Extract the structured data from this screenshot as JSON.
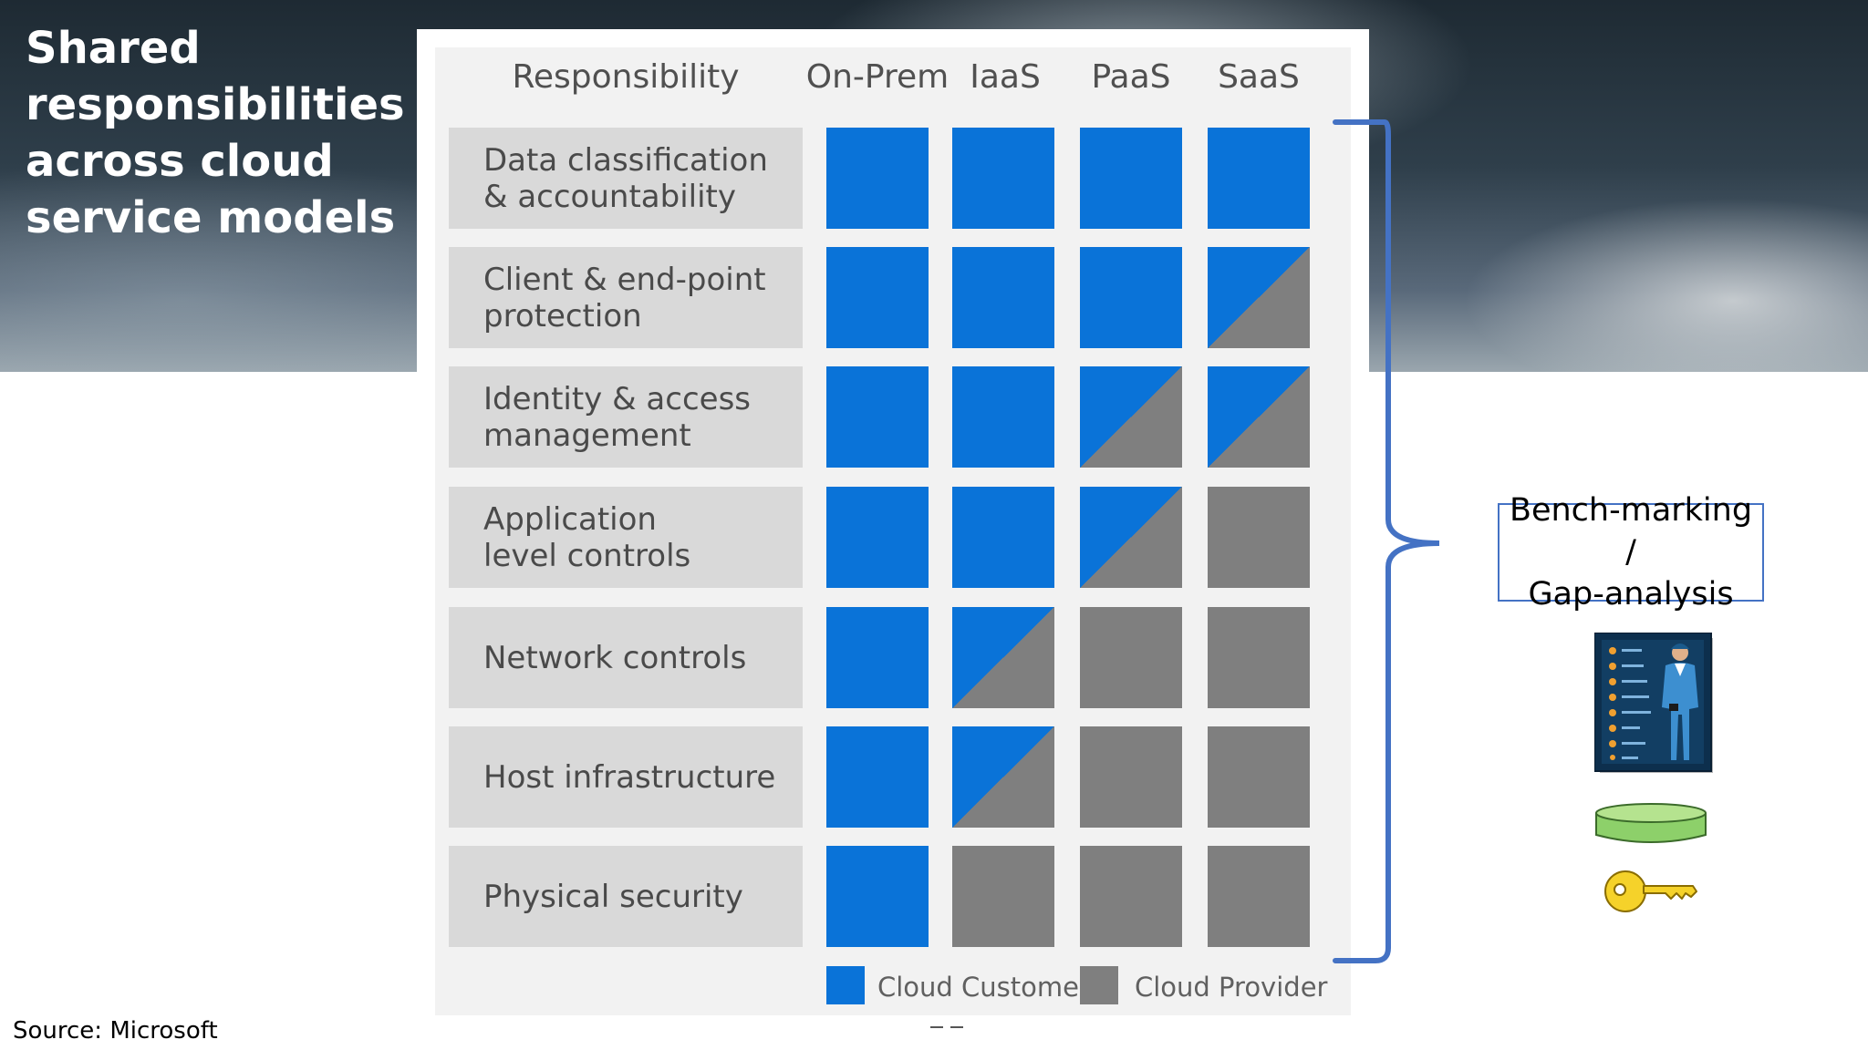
{
  "slide": {
    "title": "Shared\nresponsibilities\nacross cloud\nservice models",
    "source": "Source: Microsoft",
    "callout": "Bench-marking /\nGap-analysis"
  },
  "matrix": {
    "header": "Responsibility",
    "columns": [
      "On-Prem",
      "IaaS",
      "PaaS",
      "SaaS"
    ],
    "rows": [
      {
        "label": "Data classification\n& accountability",
        "cells": [
          "customer",
          "customer",
          "customer",
          "customer"
        ]
      },
      {
        "label": "Client & end-point\nprotection",
        "cells": [
          "customer",
          "customer",
          "customer",
          "shared"
        ]
      },
      {
        "label": "Identity & access\nmanagement",
        "cells": [
          "customer",
          "customer",
          "shared",
          "shared"
        ]
      },
      {
        "label": "Application\nlevel controls",
        "cells": [
          "customer",
          "customer",
          "shared",
          "provider"
        ]
      },
      {
        "label": "Network controls",
        "cells": [
          "customer",
          "shared",
          "provider",
          "provider"
        ]
      },
      {
        "label": "Host infrastructure",
        "cells": [
          "customer",
          "shared",
          "provider",
          "provider"
        ]
      },
      {
        "label": "Physical security",
        "cells": [
          "customer",
          "provider",
          "provider",
          "provider"
        ]
      }
    ],
    "legend": {
      "customer": "Cloud Customer",
      "provider": "Cloud Provider"
    }
  },
  "colors": {
    "customer": "#0a73d8",
    "provider": "#7f7f7f",
    "brace": "#4472c4",
    "label_bg": "#d9d9d9"
  },
  "icons": [
    "profile-card-icon",
    "disc-icon",
    "key-icon"
  ]
}
